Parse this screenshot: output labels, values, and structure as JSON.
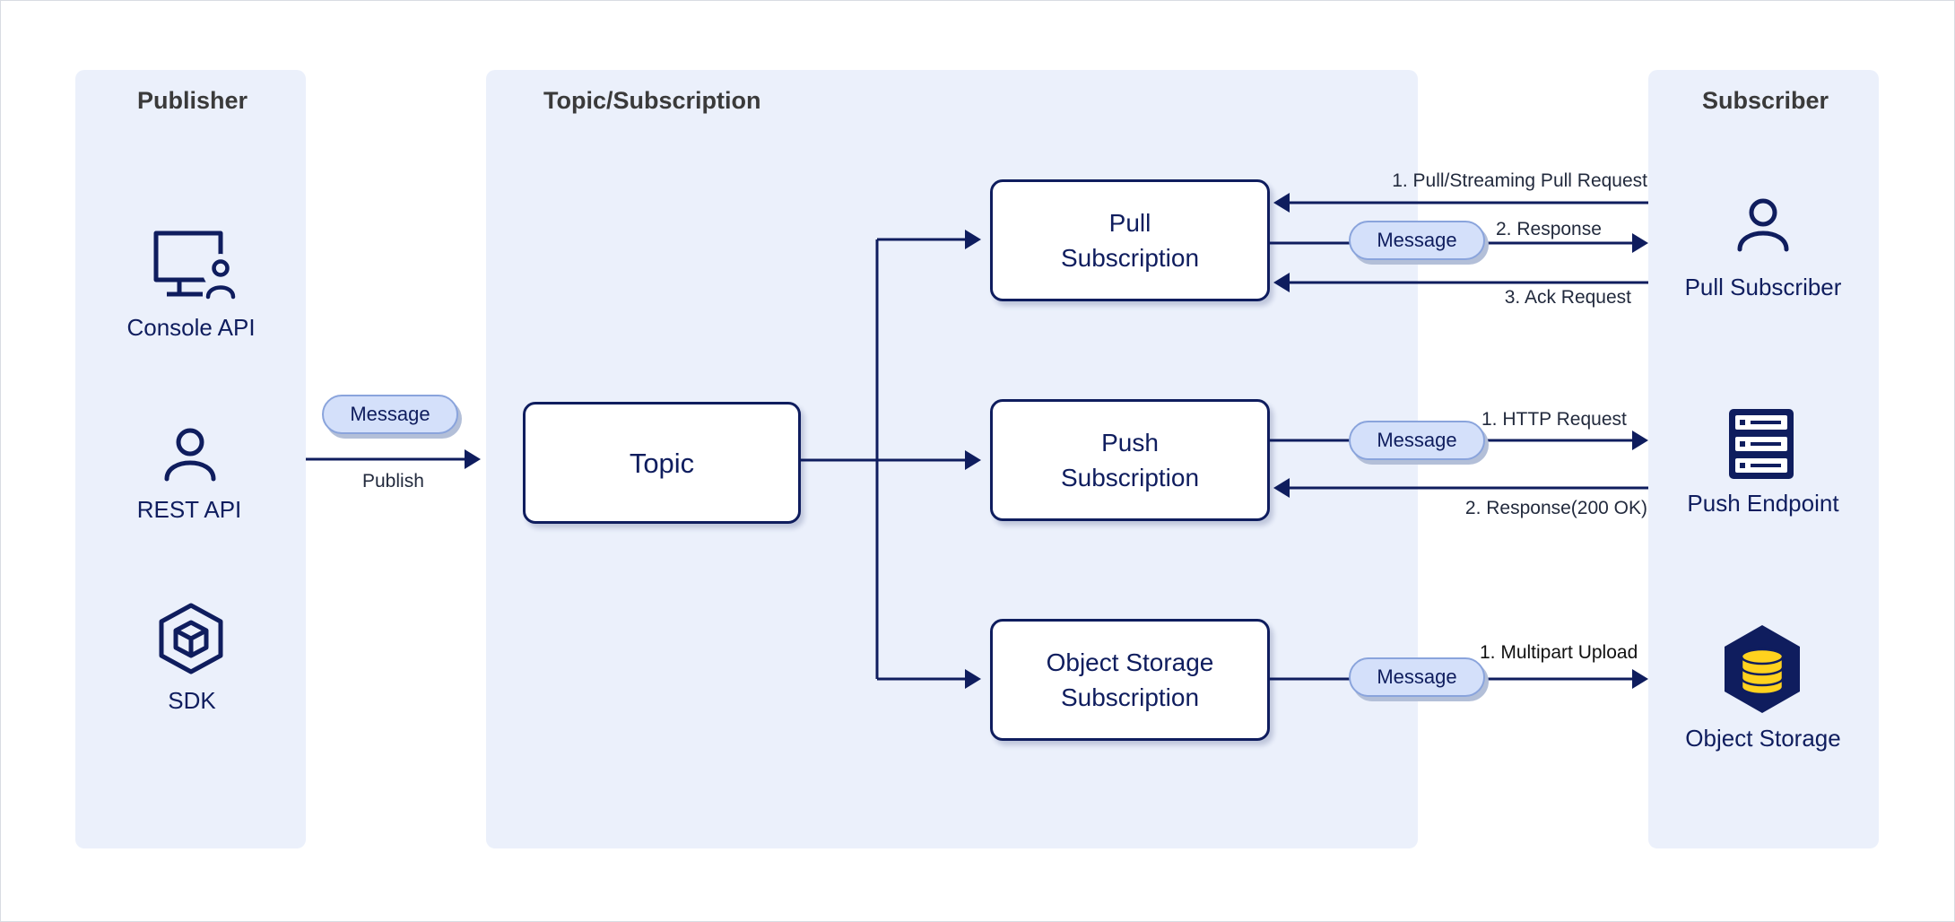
{
  "lanes": {
    "publisher": "Publisher",
    "topic_subscription": "Topic/Subscription",
    "subscriber": "Subscriber"
  },
  "publisher_items": [
    "Console API",
    "REST API",
    "SDK"
  ],
  "publish": {
    "message": "Message",
    "label": "Publish"
  },
  "topic": "Topic",
  "subscriptions": {
    "pull": "Pull\nSubscription",
    "push": "Push\nSubscription",
    "object_storage": "Object Storage\nSubscription"
  },
  "pull_flow": {
    "request": "1. Pull/Streaming Pull Request",
    "message": "Message",
    "response": "2. Response",
    "ack": "3. Ack Request"
  },
  "push_flow": {
    "message": "Message",
    "request": "1. HTTP Request",
    "response": "2. Response(200 OK)"
  },
  "storage_flow": {
    "message": "Message",
    "upload": "1. Multipart Upload"
  },
  "subscriber_items": [
    "Pull Subscriber",
    "Push Endpoint",
    "Object Storage"
  ],
  "colors": {
    "navy": "#0f1d5e",
    "lane_bg": "#ebf0fb",
    "pill_bg": "#d4e0fa",
    "storage_yellow": "#ffd21e"
  }
}
